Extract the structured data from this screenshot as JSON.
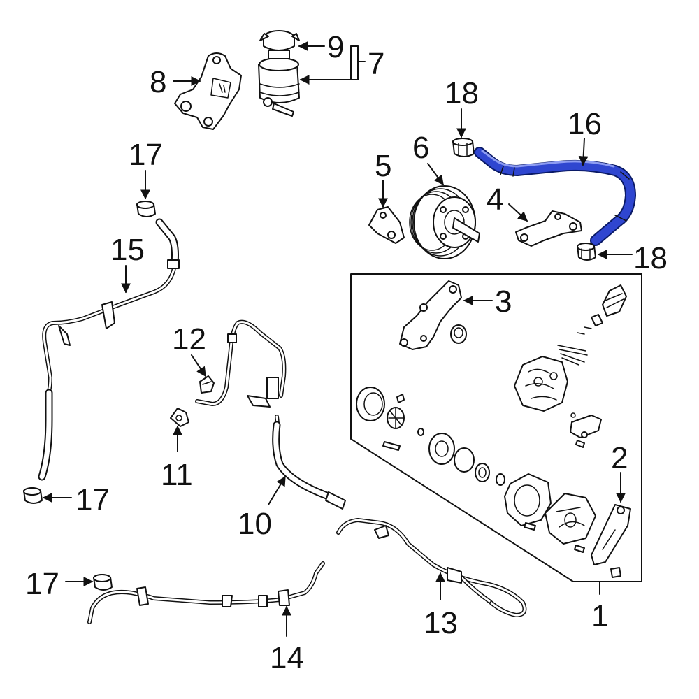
{
  "colors": {
    "highlight_part": "#2f46d0",
    "line": "#111111",
    "background": "#ffffff"
  },
  "callouts": {
    "c1": "1",
    "c2": "2",
    "c3": "3",
    "c4": "4",
    "c5": "5",
    "c6": "6",
    "c7": "7",
    "c8": "8",
    "c9": "9",
    "c10": "10",
    "c11": "11",
    "c12": "12",
    "c13": "13",
    "c14": "14",
    "c15": "15",
    "c16": "16",
    "c17a": "17",
    "c17b": "17",
    "c17c": "17",
    "c18a": "18",
    "c18b": "18"
  },
  "highlighted_part": "16"
}
